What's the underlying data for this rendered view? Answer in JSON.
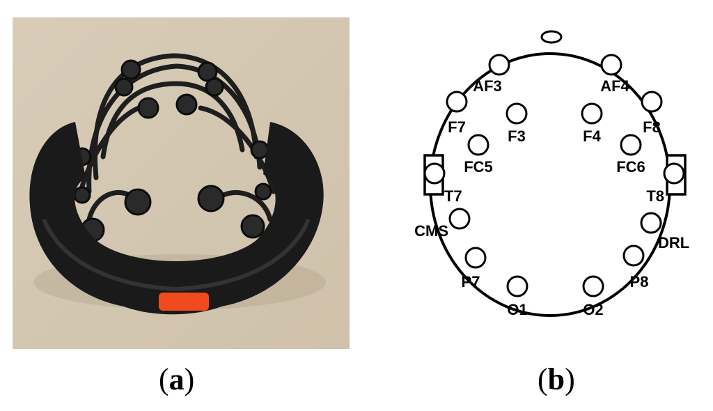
{
  "panel_a": {
    "caption_open": "(",
    "caption_letter": "a",
    "caption_close": ")"
  },
  "panel_b": {
    "caption_open": "(",
    "caption_letter": "b",
    "caption_close": ")",
    "electrodes": [
      {
        "id": "AF3",
        "label": "AF3"
      },
      {
        "id": "AF4",
        "label": "AF4"
      },
      {
        "id": "F7",
        "label": "F7"
      },
      {
        "id": "F3",
        "label": "F3"
      },
      {
        "id": "F4",
        "label": "F4"
      },
      {
        "id": "F8",
        "label": "F8"
      },
      {
        "id": "FC5",
        "label": "FC5"
      },
      {
        "id": "FC6",
        "label": "FC6"
      },
      {
        "id": "T7",
        "label": "T7"
      },
      {
        "id": "T8",
        "label": "T8"
      },
      {
        "id": "CMS",
        "label": "CMS"
      },
      {
        "id": "DRL",
        "label": "DRL"
      },
      {
        "id": "P7",
        "label": "P7"
      },
      {
        "id": "P8",
        "label": "P8"
      },
      {
        "id": "O1",
        "label": "O1"
      },
      {
        "id": "O2",
        "label": "O2"
      }
    ]
  },
  "colors": {
    "table": "#d9cbb6",
    "headset": "#1a1a1a",
    "button": "#f04a1e",
    "line": "#000000"
  }
}
